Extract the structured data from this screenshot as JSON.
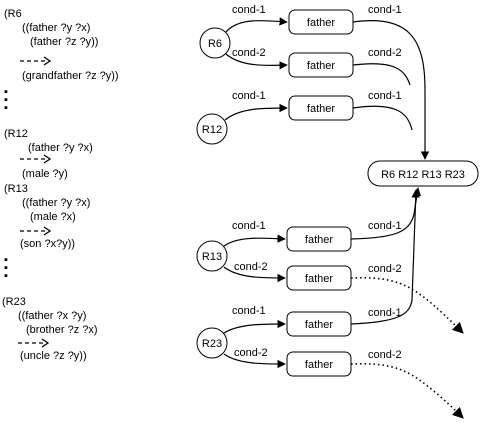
{
  "rules": [
    {
      "id": "R6",
      "head": "(R6",
      "conds": [
        "((father ?y ?x)",
        "(father ?z ?y))"
      ],
      "result": "(grandfather ?z ?y))"
    },
    {
      "id": "R12",
      "head": "(R12",
      "conds": [
        "(father ?y ?x)"
      ],
      "result": "(male ?y)"
    },
    {
      "id": "R13",
      "head": "(R13",
      "conds": [
        "((father ?y ?x)",
        "(male ?x)"
      ],
      "result": "(son ?x?y))"
    },
    {
      "id": "R23",
      "head": "(R23",
      "conds": [
        "((father ?x ?y)",
        "(brother ?z ?x)"
      ],
      "result": "(uncle ?z ?y))"
    }
  ],
  "network": {
    "rule_nodes": [
      "R6",
      "R12",
      "R13",
      "R23"
    ],
    "pattern_label": "father",
    "cond1_label": "cond-1",
    "cond2_label": "cond-2",
    "merge_label": "R6 R12 R13 R23"
  }
}
